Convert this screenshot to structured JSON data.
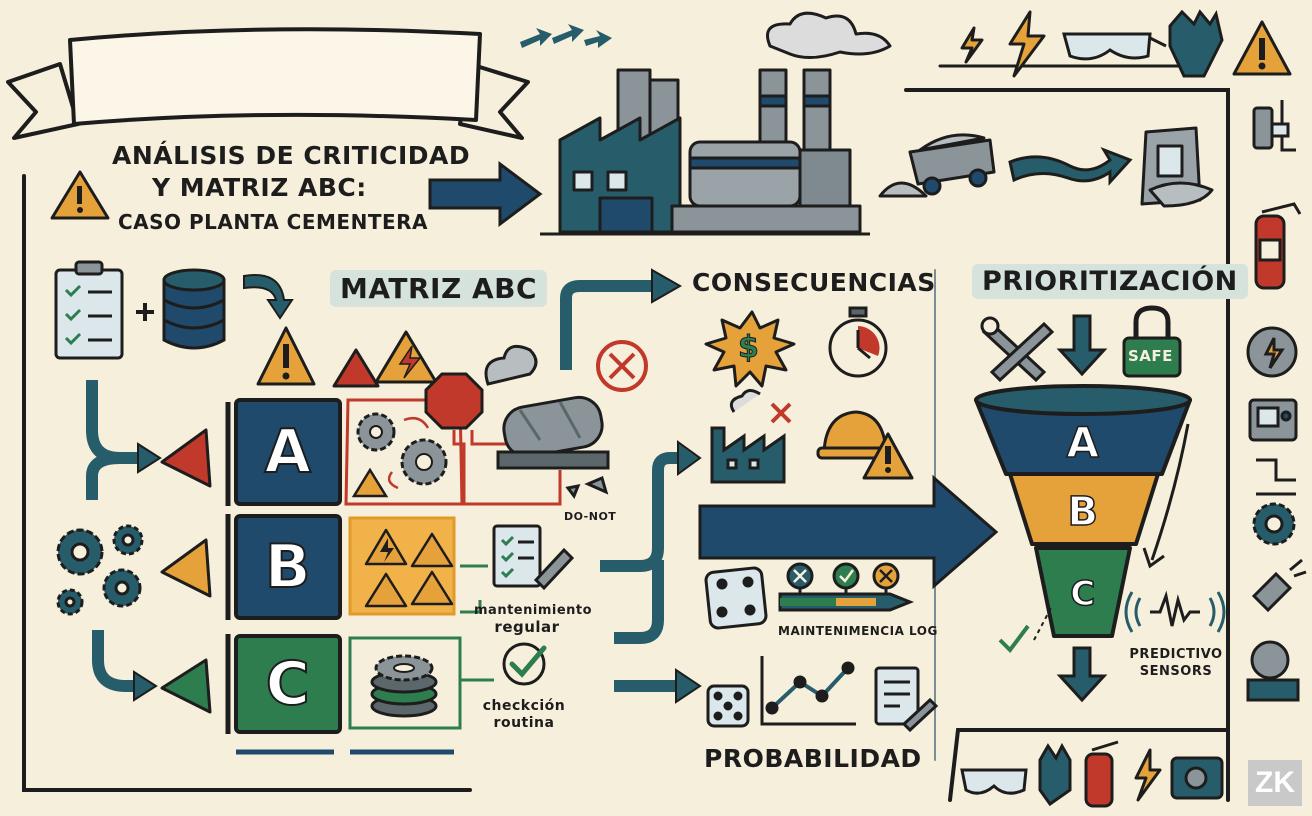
{
  "title": {
    "line1": "ANÁLISIS DE CRITICIDAD",
    "line2": "Y MATRIZ ABC:",
    "line3": "CASO PLANTA CEMENTERA"
  },
  "sections": {
    "matrix": "MATRIZ ABC",
    "consequences": "CONSECUENCIAS",
    "probability": "PROBABILIDAD",
    "prioritization": "PRIORITIZACIÓN"
  },
  "classes": [
    "A",
    "B",
    "C"
  ],
  "labels": {
    "do_not": "DO-NOT",
    "regular": [
      "mantenimiento",
      "regular"
    ],
    "routine": [
      "checkción",
      "routina"
    ],
    "log": "MAINTENIMENCIA LOG",
    "safe": "SAFE",
    "sensors": [
      "PREDICTIVO",
      "SENSORS"
    ],
    "dollar": "$"
  },
  "watermark": "ZK",
  "colors": {
    "background": "#f6efdc",
    "navy": "#1f4a6b",
    "teal": "#275d6a",
    "orange": "#e6a23a",
    "green": "#2e7d4f",
    "red": "#c0392b",
    "gray": "#8a9499"
  }
}
